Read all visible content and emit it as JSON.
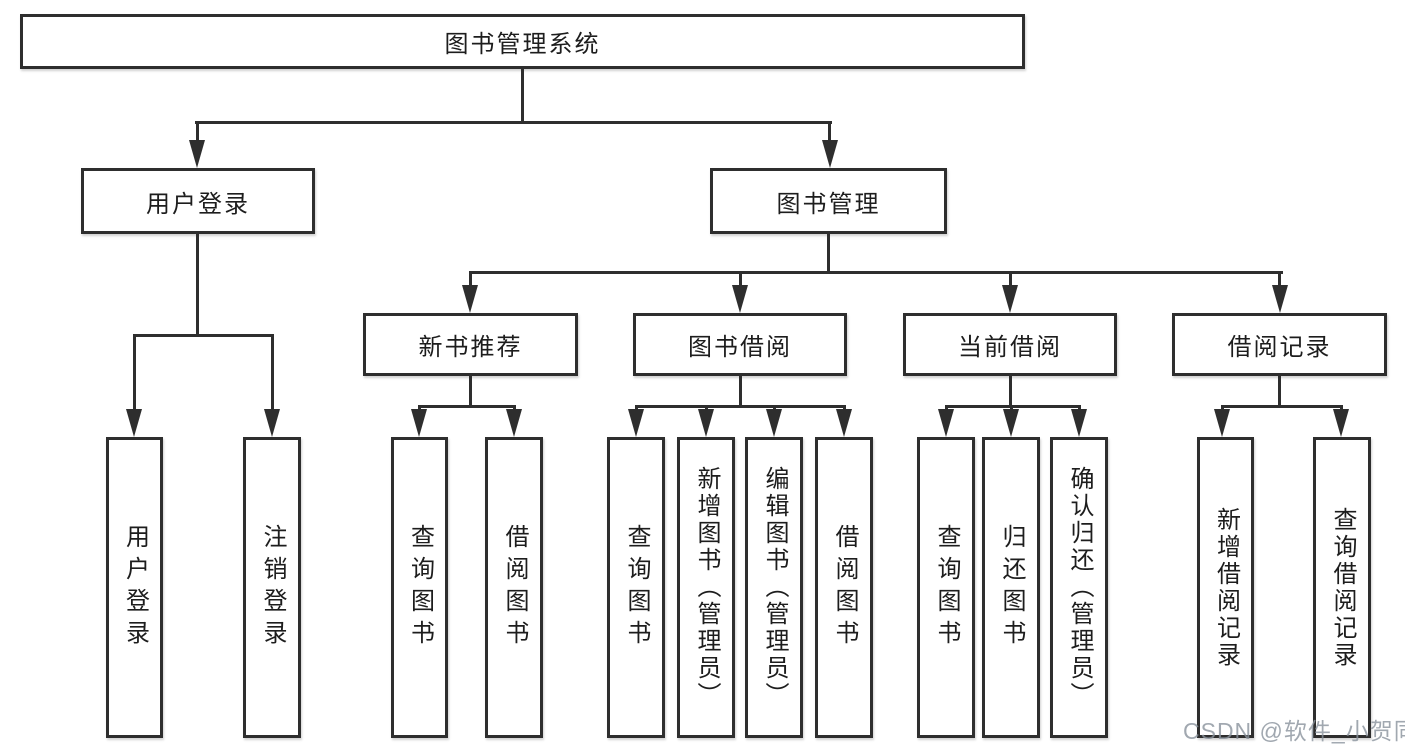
{
  "tree": {
    "root": {
      "label": "图书管理系统"
    },
    "branches": [
      {
        "label": "用户登录",
        "children": [
          {
            "label": "用户登录"
          },
          {
            "label": "注销登录"
          }
        ]
      },
      {
        "label": "图书管理",
        "groups": [
          {
            "label": "新书推荐",
            "children": [
              {
                "label": "查询图书"
              },
              {
                "label": "借阅图书"
              }
            ]
          },
          {
            "label": "图书借阅",
            "children": [
              {
                "label": "查询图书"
              },
              {
                "label": "新增图书（管理员）"
              },
              {
                "label": "编辑图书（管理员）"
              },
              {
                "label": "借阅图书"
              }
            ]
          },
          {
            "label": "当前借阅",
            "children": [
              {
                "label": "查询图书"
              },
              {
                "label": "归还图书"
              },
              {
                "label": "确认归还（管理员）"
              }
            ]
          },
          {
            "label": "借阅记录",
            "children": [
              {
                "label": "新增借阅记录"
              },
              {
                "label": "查询借阅记录"
              }
            ]
          }
        ]
      }
    ]
  },
  "watermark": {
    "text": "CSDN @软件_小贺同学"
  },
  "colors": {
    "line": "#2e2e2e",
    "text": "#1d1d1d",
    "background": "#ffffff",
    "watermark": "#8a929c"
  }
}
